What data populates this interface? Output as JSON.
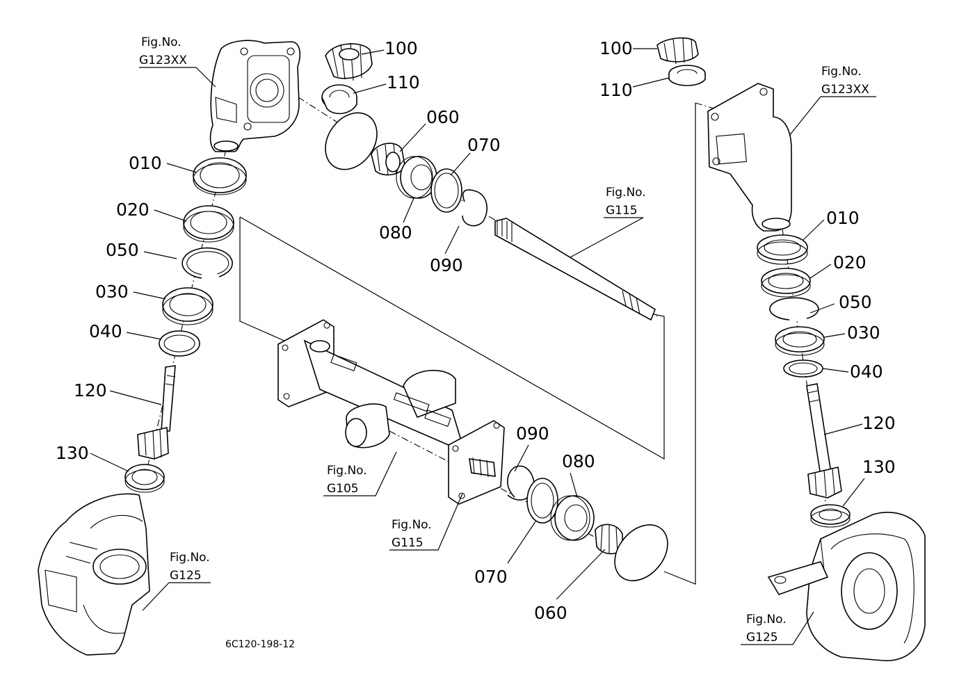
{
  "diagram_code": "6C120-198-12",
  "fig_refs": {
    "g123xx": {
      "line1": "Fig.No.",
      "line2": "G123XX"
    },
    "g115": {
      "line1": "Fig.No.",
      "line2": "G115"
    },
    "g105": {
      "line1": "Fig.No.",
      "line2": "G105"
    },
    "g125": {
      "line1": "Fig.No.",
      "line2": "G125"
    }
  },
  "parts": {
    "p010": "010",
    "p020": "020",
    "p030": "030",
    "p040": "040",
    "p050": "050",
    "p060": "060",
    "p070": "070",
    "p080": "080",
    "p090": "090",
    "p100": "100",
    "p110": "110",
    "p120": "120",
    "p130": "130"
  }
}
